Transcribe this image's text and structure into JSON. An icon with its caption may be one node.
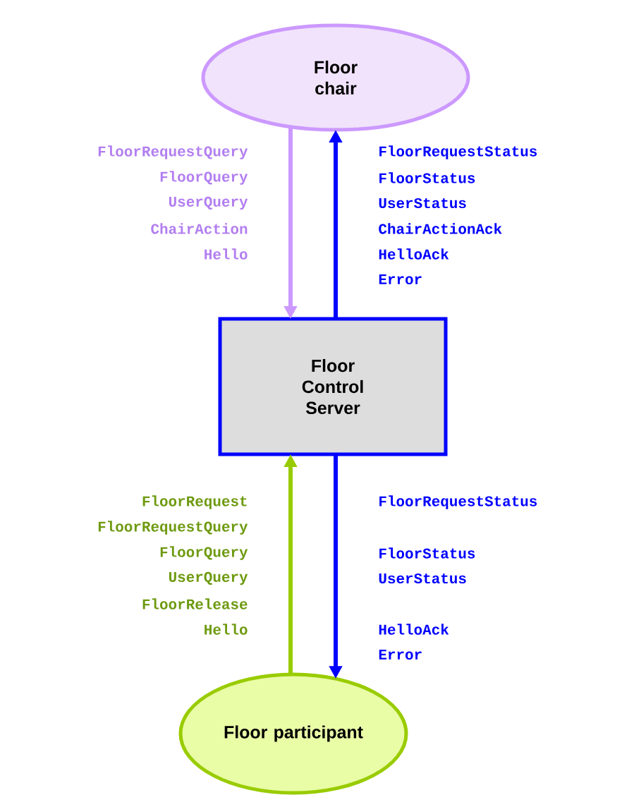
{
  "diagram": {
    "nodes": [
      {
        "text": [
          "Floor chair"
        ]
      },
      {
        "text": [
          "Floor Control Server"
        ]
      },
      {
        "text": [
          "Floor participant"
        ]
      }
    ],
    "edges": [
      {
        "from": 0,
        "to": 1,
        "arrow": "to",
        "color": "#cc99ff"
      },
      {
        "from": 1,
        "to": 0,
        "arrow": "to"
      },
      {
        "from": 2,
        "to": 1,
        "arrow": "to",
        "color": "#99cc00"
      },
      {
        "from": 1,
        "to": 2,
        "arrow": "to"
      }
    ],
    "labels": [
      "FloorRequestQuery",
      "FloorQuery",
      "UserQuery",
      "ChairAction",
      "Hello",
      "FloorRequestStatus",
      "FloorStatus",
      "UserStatus",
      "ChairActionAck",
      "HelloAck",
      "Error",
      "FloorRequest",
      "FloorRequestQuery",
      "FloorQuery",
      "UserQuery",
      "FloorRelease",
      "Hello",
      "FloorRequestStatus",
      "FloorStatus",
      "UserStatus",
      "HelloAck",
      "Error"
    ]
  }
}
